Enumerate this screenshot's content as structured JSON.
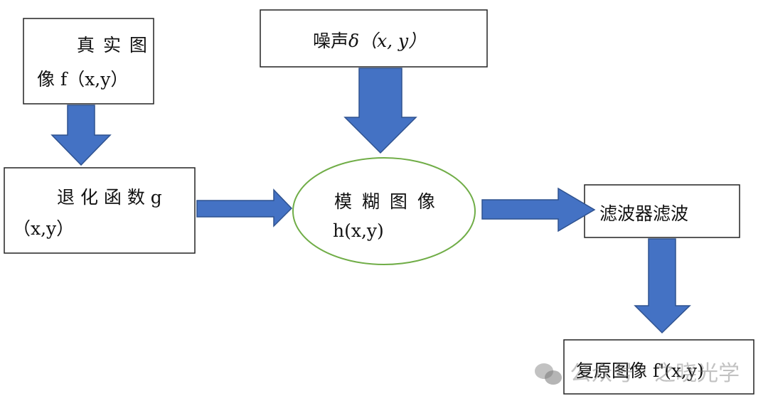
{
  "nodes": {
    "real_image": {
      "line1": "真 实 图",
      "line2": "像 f（x,y）"
    },
    "noise": {
      "label": "噪声",
      "symbol": "δ（x, y）"
    },
    "degradation": {
      "line1": "退 化 函 数  g",
      "line2": "（x,y）"
    },
    "blurred": {
      "line1": "模 糊 图 像",
      "line2": "h(x,y)"
    },
    "filter": {
      "label": "滤波器滤波"
    },
    "restored": {
      "label": "复原图像 f'(x,y)"
    }
  },
  "watermark": "公众号 · 之晓光学",
  "colors": {
    "arrow": "#4472C4",
    "ellipse": "#70AD47"
  }
}
